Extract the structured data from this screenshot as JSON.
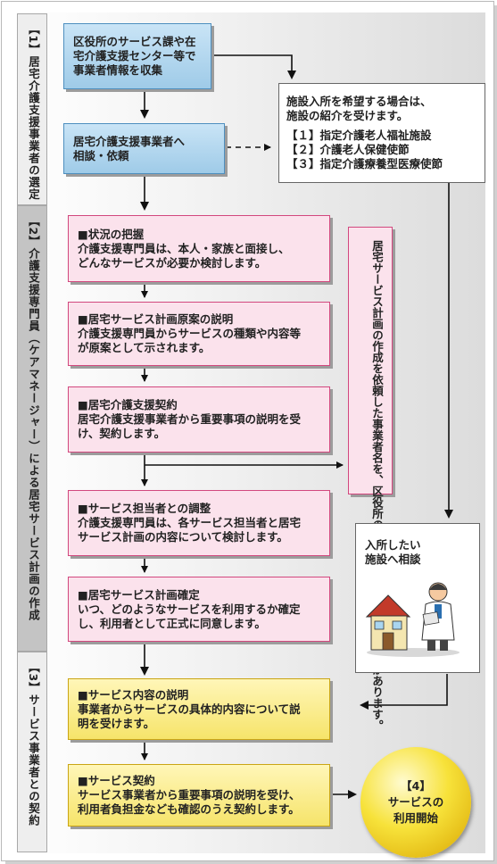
{
  "sections": {
    "s1": "【1】居宅介護支援事業者の選定",
    "s2": "【2】介護支援専門員（ケアマネージャー）による居宅サービス計画の作成",
    "s3": "【3】サービス事業者との契約"
  },
  "step1": {
    "line1": "区役所のサービス課や在",
    "line2": "宅介護支援センター等で",
    "line3": "事業者情報を収集"
  },
  "step2": {
    "line1": "居宅介護支援事業者へ",
    "line2": "相談・依頼"
  },
  "facility_note": {
    "line1": "施設入所を希望する場合は、",
    "line2": "施設の紹介を受けます。",
    "item1": "【１】指定介護老人福祉施設",
    "item2": "【２】介護老人保健使節",
    "item3": "【３】指定介護療養型医療使節"
  },
  "assess": {
    "title": "■状況の把握",
    "line1": "介護支援専門員は、本人・家族と面接し、",
    "line2": "どんなサービスが必要か検討します。"
  },
  "draft": {
    "title": "■居宅サービス計画原案の説明",
    "line1": "介護支援専門員からサービスの種類や内容等",
    "line2": "が原案として示されます。"
  },
  "contract_support": {
    "title": "■居宅介護支援契約",
    "line1": "居宅介護支援事業者から重要事項の説明を受",
    "line2": "け、契約します。"
  },
  "notify": {
    "line1": "居宅サービス計画の作成を依頼した事業者名を、",
    "line2": "区役所のサービス課へ届け出る必要があります。"
  },
  "coordinate": {
    "title": "■サービス担当者との調整",
    "line1": "介護支援専門員は、各サービス担当者と居宅",
    "line2": "サービス計画の内容について検討します。"
  },
  "confirm": {
    "title": "■居宅サービス計画確定",
    "line1": "いつ、どのようなサービスを利用するか確定",
    "line2": "し、利用者として正式に同意します。"
  },
  "facility_consult": {
    "line1": "入所したい",
    "line2": "施設へ相談"
  },
  "explain": {
    "title": "■サービス内容の説明",
    "line1": "事業者からサービスの具体的内容について説",
    "line2": "明を受けます。"
  },
  "contract": {
    "title": "■サービス契約",
    "line1": "サービス事業者から重要事項の説明を受け、",
    "line2": "利用者負担金なども確認のうえ契約します。"
  },
  "start": {
    "line1": "【4】",
    "line2": "サービスの",
    "line3": "利用開始"
  },
  "icons": {
    "illustration": "house-and-person-illustration"
  },
  "colors": {
    "blue": "#9fcbe8",
    "pink": "#fbe2ec",
    "yellow": "#f6e46a",
    "circle": "#f7e23a"
  }
}
